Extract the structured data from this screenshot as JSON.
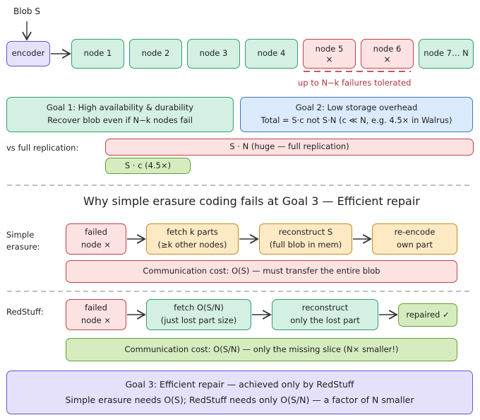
{
  "top": {
    "blob_label": "Blob S",
    "encoder": "encoder",
    "nodes": [
      {
        "label": "node 1",
        "cross": ""
      },
      {
        "label": "node 2",
        "cross": ""
      },
      {
        "label": "node 3",
        "cross": ""
      },
      {
        "label": "node 4",
        "cross": ""
      },
      {
        "label": "node 5",
        "cross": "×"
      },
      {
        "label": "node 6",
        "cross": "×"
      },
      {
        "label": "node 7… N",
        "cross": ""
      }
    ],
    "failures_note": "up to N−k failures tolerated"
  },
  "goals": {
    "goal1_line1": "Goal 1: High availability & durability",
    "goal1_line2": "Recover blob even if N−k nodes fail",
    "goal2_line1": "Goal 2: Low storage overhead",
    "goal2_line2": "Total = S·c not S·N  (c ≪ N, e.g. 4.5× in Walrus)"
  },
  "comparison": {
    "label": "vs full replication:",
    "full_bar": "S · N  (huge — full replication)",
    "erasure_bar": "S · c  (4.5×)"
  },
  "section_title": "Why simple erasure coding fails at Goal 3 — Efficient repair",
  "simple": {
    "label_line1": "Simple",
    "label_line2": "erasure:",
    "failed_line1": "failed",
    "failed_line2": "node ×",
    "fetch_line1": "fetch k parts",
    "fetch_line2": "(≥k other nodes)",
    "reconstruct_line1": "reconstruct S",
    "reconstruct_line2": "(full blob in mem)",
    "reencode_line1": "re-encode",
    "reencode_line2": "own part",
    "cost": "Communication cost: O(S) — must transfer the entire blob"
  },
  "redstuff": {
    "label": "RedStuff:",
    "failed_line1": "failed",
    "failed_line2": "node ×",
    "fetch_line1": "fetch O(S/N)",
    "fetch_line2": "(just lost part size)",
    "reconstruct_line1": "reconstruct",
    "reconstruct_line2": "only the lost part",
    "repaired": "repaired ✓",
    "cost": "Communication cost: O(S/N) — only the missing slice  (N× smaller!)"
  },
  "conclusion": {
    "line1": "Goal 3: Efficient repair — achieved only by RedStuff",
    "line2": "Simple erasure needs O(S); RedStuff needs only O(S/N) — a factor of N smaller"
  },
  "colors": {
    "green": "#d3f0e3",
    "red": "#fde2e2",
    "purple": "#e5e1fb",
    "blue": "#dbeafc",
    "orange": "#fde9c4",
    "lime": "#d6ecbf"
  }
}
